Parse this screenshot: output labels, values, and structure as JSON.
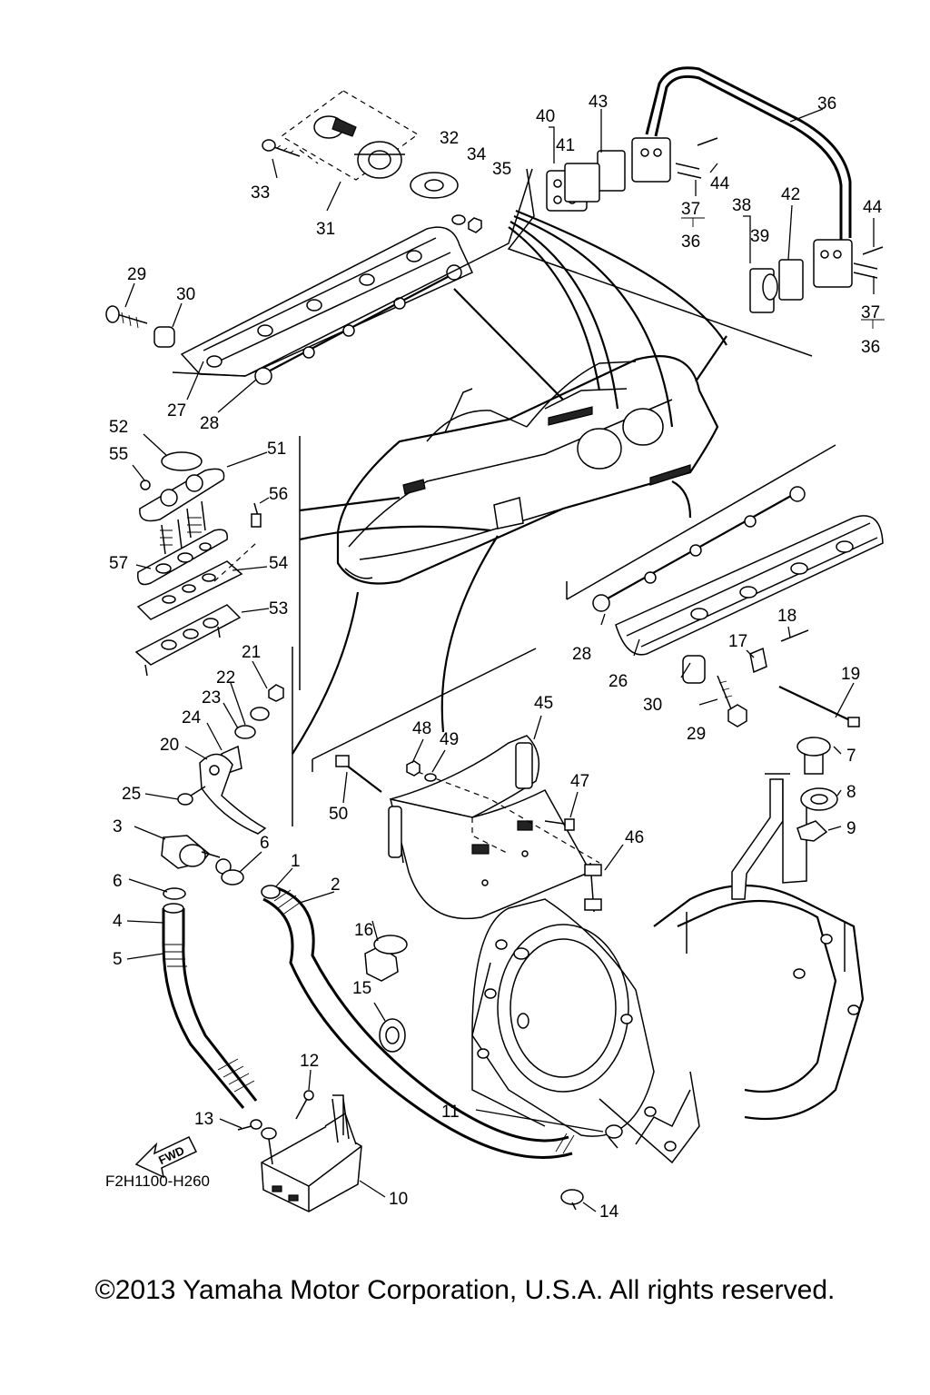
{
  "diagram": {
    "figure_code": "F2H1100-H260",
    "direction_label": "FWD",
    "copyright": "©2013 Yamaha Motor Corporation, U.S.A. All rights reserved.",
    "callouts": {
      "c1": "1",
      "c2": "2",
      "c3": "3",
      "c4": "4",
      "c5": "5",
      "c6a": "6",
      "c6b": "6",
      "c7": "7",
      "c8": "8",
      "c9": "9",
      "c10": "10",
      "c11": "11",
      "c12": "12",
      "c13": "13",
      "c14": "14",
      "c15": "15",
      "c16": "16",
      "c17": "17",
      "c18": "18",
      "c19": "19",
      "c20": "20",
      "c21": "21",
      "c22": "22",
      "c23": "23",
      "c24": "24",
      "c25": "25",
      "c26": "26",
      "c27": "27",
      "c28a": "28",
      "c28b": "28",
      "c29a": "29",
      "c29b": "29",
      "c30a": "30",
      "c30b": "30",
      "c31": "31",
      "c32": "32",
      "c33": "33",
      "c34": "34",
      "c35": "35",
      "c36a": "36",
      "c36b": "36",
      "c36c": "36",
      "c37a": "37",
      "c37b": "37",
      "c38": "38",
      "c39": "39",
      "c40": "40",
      "c41": "41",
      "c42": "42",
      "c43": "43",
      "c44a": "44",
      "c44b": "44",
      "c45": "45",
      "c46": "46",
      "c47": "47",
      "c48": "48",
      "c49": "49",
      "c50": "50",
      "c51": "51",
      "c52": "52",
      "c53": "53",
      "c54": "54",
      "c55": "55",
      "c56": "56",
      "c57": "57"
    }
  }
}
